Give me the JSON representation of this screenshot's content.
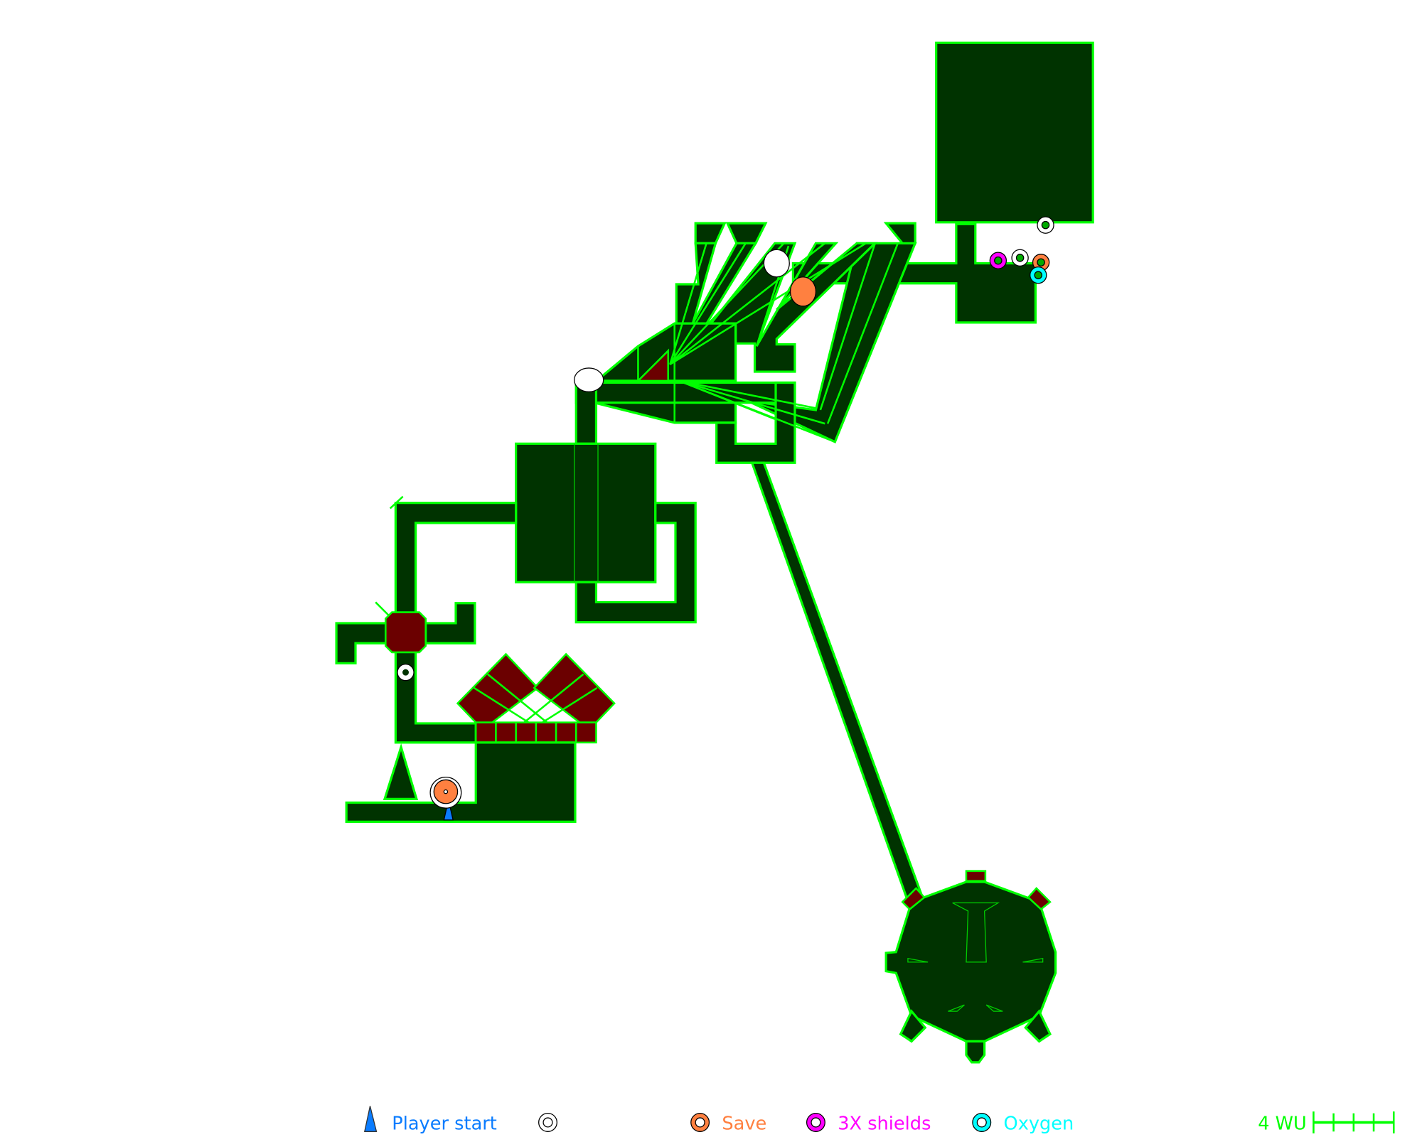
{
  "map": {
    "wall_color": "#00ff00",
    "floor_color": "#003300",
    "hazard_color": "#6b0000"
  },
  "legend": {
    "items": [
      {
        "label": "Player start",
        "icon": "player-start-icon",
        "color": "#0a7cff"
      },
      {
        "label": "",
        "icon": "white-ring-icon",
        "color": "#ffffff"
      },
      {
        "label": "Save",
        "icon": "save-ring-icon",
        "color": "#ff8040"
      },
      {
        "label": "3X shields",
        "icon": "shield-ring-icon",
        "color": "#ff00ff"
      },
      {
        "label": "Oxygen",
        "icon": "oxygen-ring-icon",
        "color": "#00ffff"
      }
    ],
    "scale_label": "4 WU"
  }
}
